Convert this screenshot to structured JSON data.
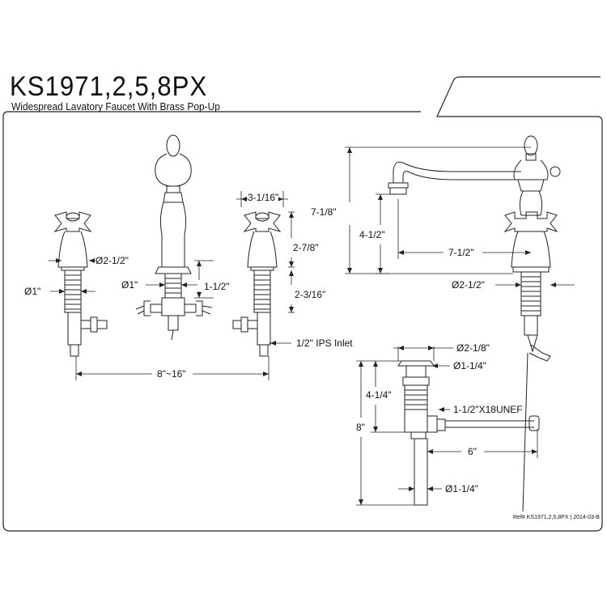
{
  "header": {
    "model": "KS1971,2,5,8PX",
    "description": "Widespread Lavatory Faucet With Brass Pop-Up"
  },
  "footer": {
    "reference": "Ref# KS1971,2,5,8PX | 2014-03-B"
  },
  "dimensions": {
    "handle_width": "3-1/16\"",
    "handle_diameter": "Ø2-1/2\"",
    "handle_height": "2-7/8\"",
    "shank_diameter_left": "Ø1\"",
    "shank_diameter_center": "Ø1\"",
    "center_height": "1-1/2\"",
    "shank_length": "2-3/16\"",
    "inlet": "1/2\" IPS Inlet",
    "spread": "8\"~16\"",
    "overall_height": "7-1/8\"",
    "spout_height": "4-1/2\"",
    "spout_reach": "7-1/2\"",
    "base_diameter": "Ø2-1/2\"",
    "flange_diameter": "Ø2-1/8\"",
    "drain_diameter_top": "Ø1-1/4\"",
    "drain_body_height": "4-1/4\"",
    "drain_thread": "1-1/2\"X18UNEF",
    "drain_total_height": "8\"",
    "rod_length": "6\"",
    "tailpiece_diameter": "Ø1-1/4\""
  }
}
